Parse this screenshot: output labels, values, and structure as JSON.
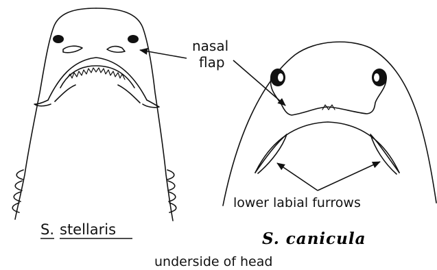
{
  "labels": {
    "nasal_flap_line1": "nasal",
    "nasal_flap_line2": "flap",
    "lower_labial_furrows": "lower labial furrows",
    "species_left_abbrev": "S.",
    "species_left_name": "stellaris",
    "species_right": "S. canicula",
    "caption": "underside of head"
  }
}
